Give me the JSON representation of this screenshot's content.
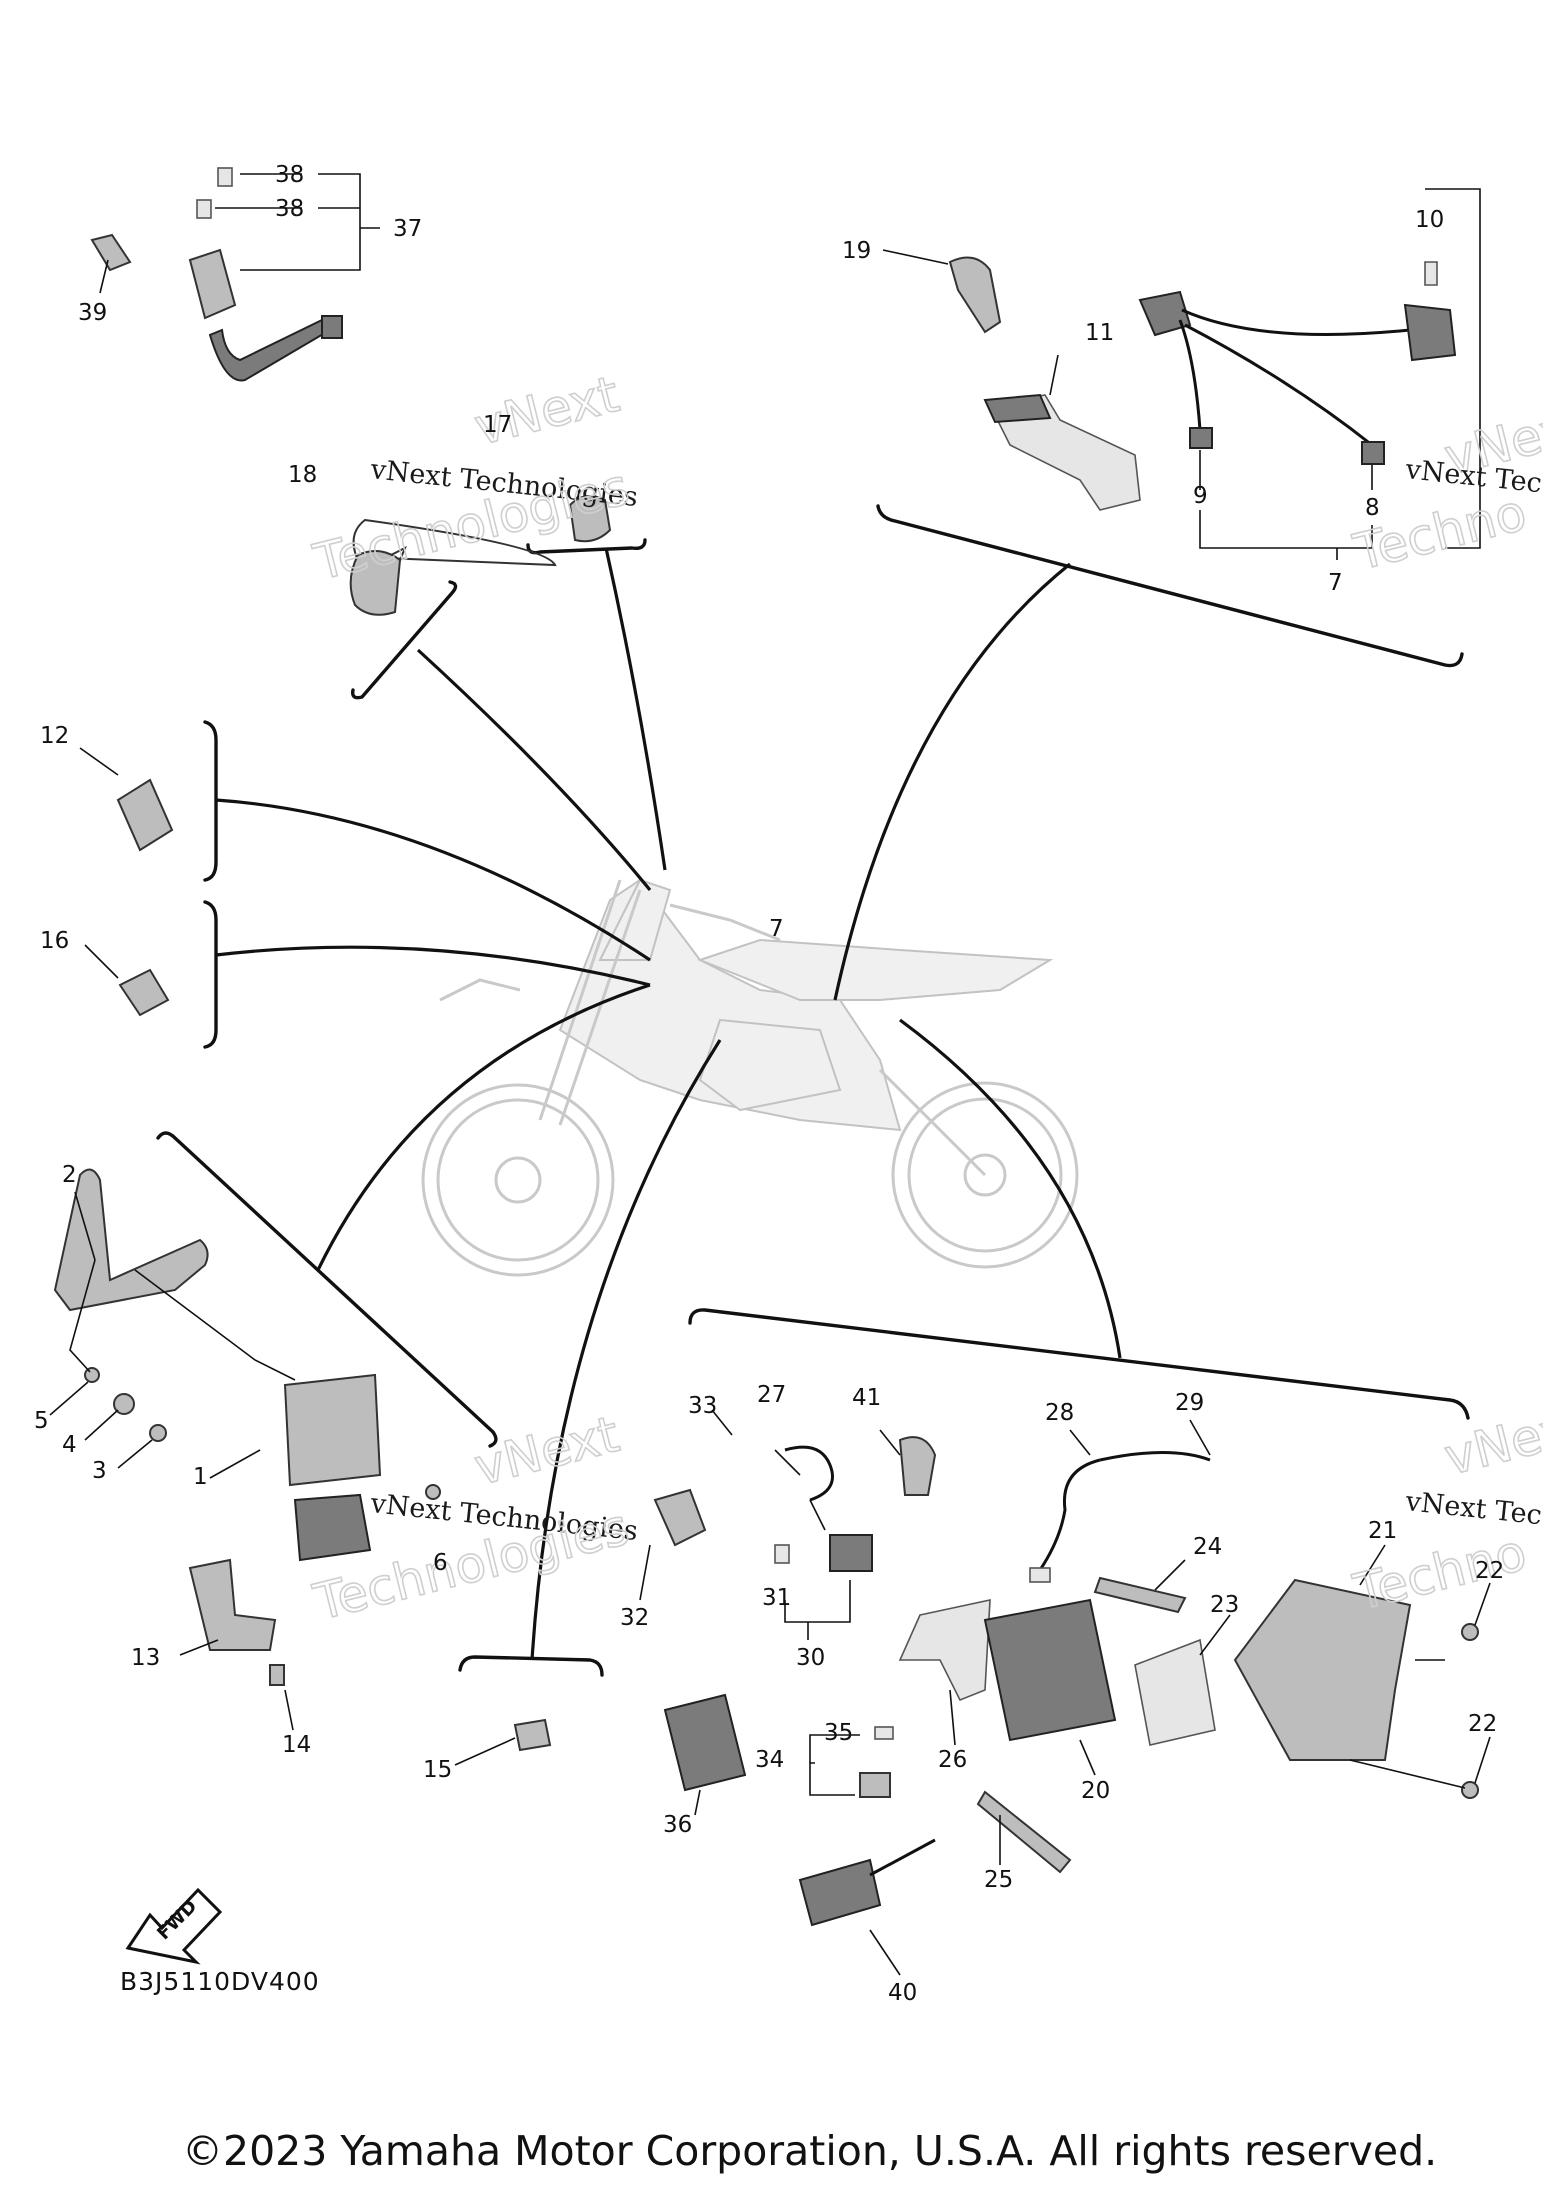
{
  "callouts": [
    "1",
    "2",
    "3",
    "4",
    "5",
    "6",
    "7",
    "7",
    "8",
    "9",
    "10",
    "11",
    "12",
    "13",
    "14",
    "15",
    "16",
    "17",
    "18",
    "19",
    "20",
    "21",
    "22",
    "22",
    "23",
    "24",
    "25",
    "26",
    "27",
    "28",
    "29",
    "30",
    "31",
    "32",
    "33",
    "34",
    "35",
    "36",
    "37",
    "38",
    "38",
    "39",
    "40",
    "41"
  ],
  "watermarks": [
    {
      "line1": "vNext",
      "line2": "vNext Technologies",
      "line3": "Technologies"
    },
    {
      "line1": "vNext",
      "line2": "vNext Technologies",
      "line3": "Technologies"
    },
    {
      "line1": "vNext",
      "line2": "vNext Tec",
      "line3": "Techno"
    },
    {
      "line1": "vNext",
      "line2": "vNext Tec",
      "line3": "Techno"
    }
  ],
  "fwd_label": "FWD",
  "drawing_code": "B3J5110DV400",
  "copyright": "©2023 Yamaha Motor Corporation, U.S.A. All rights reserved."
}
